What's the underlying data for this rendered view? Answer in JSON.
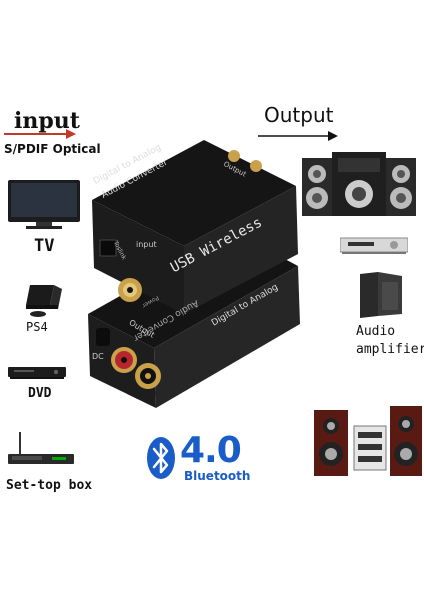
{
  "input": {
    "title": "input",
    "subtitle": "S/PDIF Optical"
  },
  "output": {
    "title": "Output"
  },
  "devices_left": [
    {
      "name": "tv",
      "label": "TV"
    },
    {
      "name": "ps4",
      "label": "PS4"
    },
    {
      "name": "dvd",
      "label": "DVD"
    },
    {
      "name": "settop",
      "label": "Set-top box"
    }
  ],
  "devices_right": [
    {
      "name": "amplifier",
      "label_line1": "Audio",
      "label_line2": "amplifier"
    }
  ],
  "converter_top": {
    "text1": "Digital to Analog",
    "text2": "Audio Converter",
    "brand": "USB Wireless",
    "port_toslink": "Toslink",
    "port_input": "input",
    "port_output": "Output"
  },
  "converter_bottom": {
    "text1": "Digital to Analog",
    "text2": "Audio Converter",
    "port_output": "Output",
    "port_dc": "DC",
    "port_power": "Power"
  },
  "bluetooth": {
    "version": "4.0",
    "label": "Bluetooth",
    "color": "#1a5cc8"
  },
  "colors": {
    "arrow": "#c0392b",
    "device_body": "#1c1c1c",
    "gold": "#c9a14a",
    "red_jack": "#b8262c"
  }
}
